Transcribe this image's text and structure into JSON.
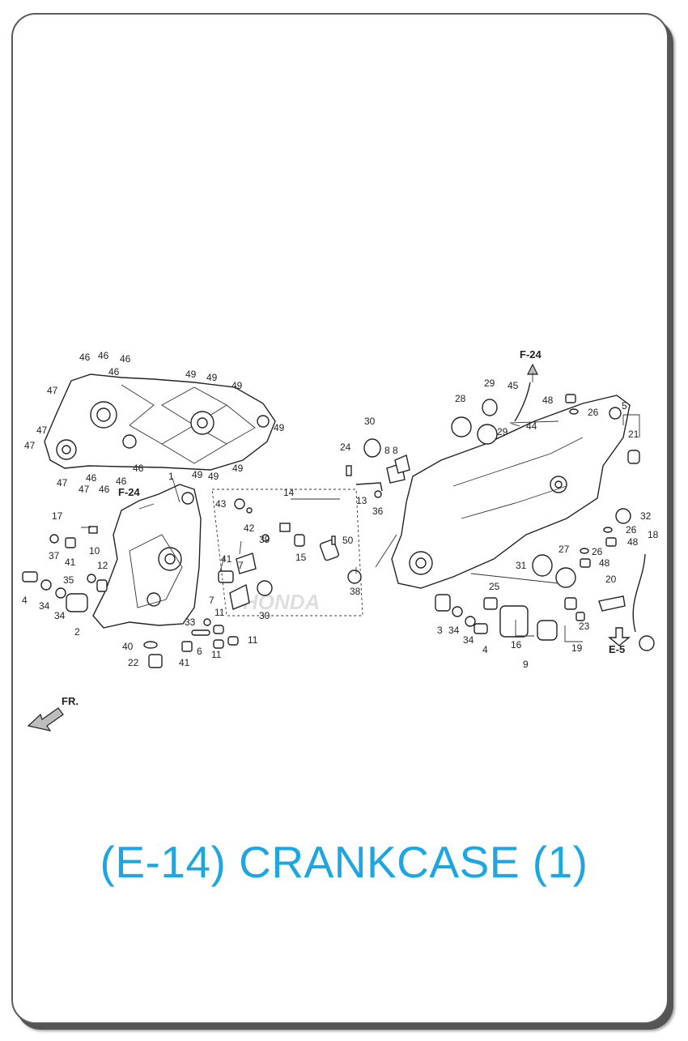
{
  "title": "(E-14) CRANKCASE (1)",
  "colors": {
    "title": "#1ea6e2",
    "frame": "#5a5a5a",
    "ink": "#222222"
  },
  "references": {
    "f24_left": "F-24",
    "f24_right": "F-24",
    "e5": "E-5",
    "front": "FR."
  },
  "watermark": "HONDA",
  "callouts": [
    "1",
    "2",
    "3",
    "4",
    "5",
    "6",
    "7",
    "8",
    "9",
    "10",
    "11",
    "12",
    "13",
    "14",
    "15",
    "16",
    "17",
    "18",
    "19",
    "20",
    "21",
    "22",
    "23",
    "24",
    "25",
    "26",
    "27",
    "28",
    "29",
    "30",
    "31",
    "32",
    "33",
    "34",
    "35",
    "36",
    "37",
    "38",
    "39",
    "40",
    "41",
    "42",
    "43",
    "44",
    "45",
    "46",
    "47",
    "48",
    "49",
    "50"
  ]
}
